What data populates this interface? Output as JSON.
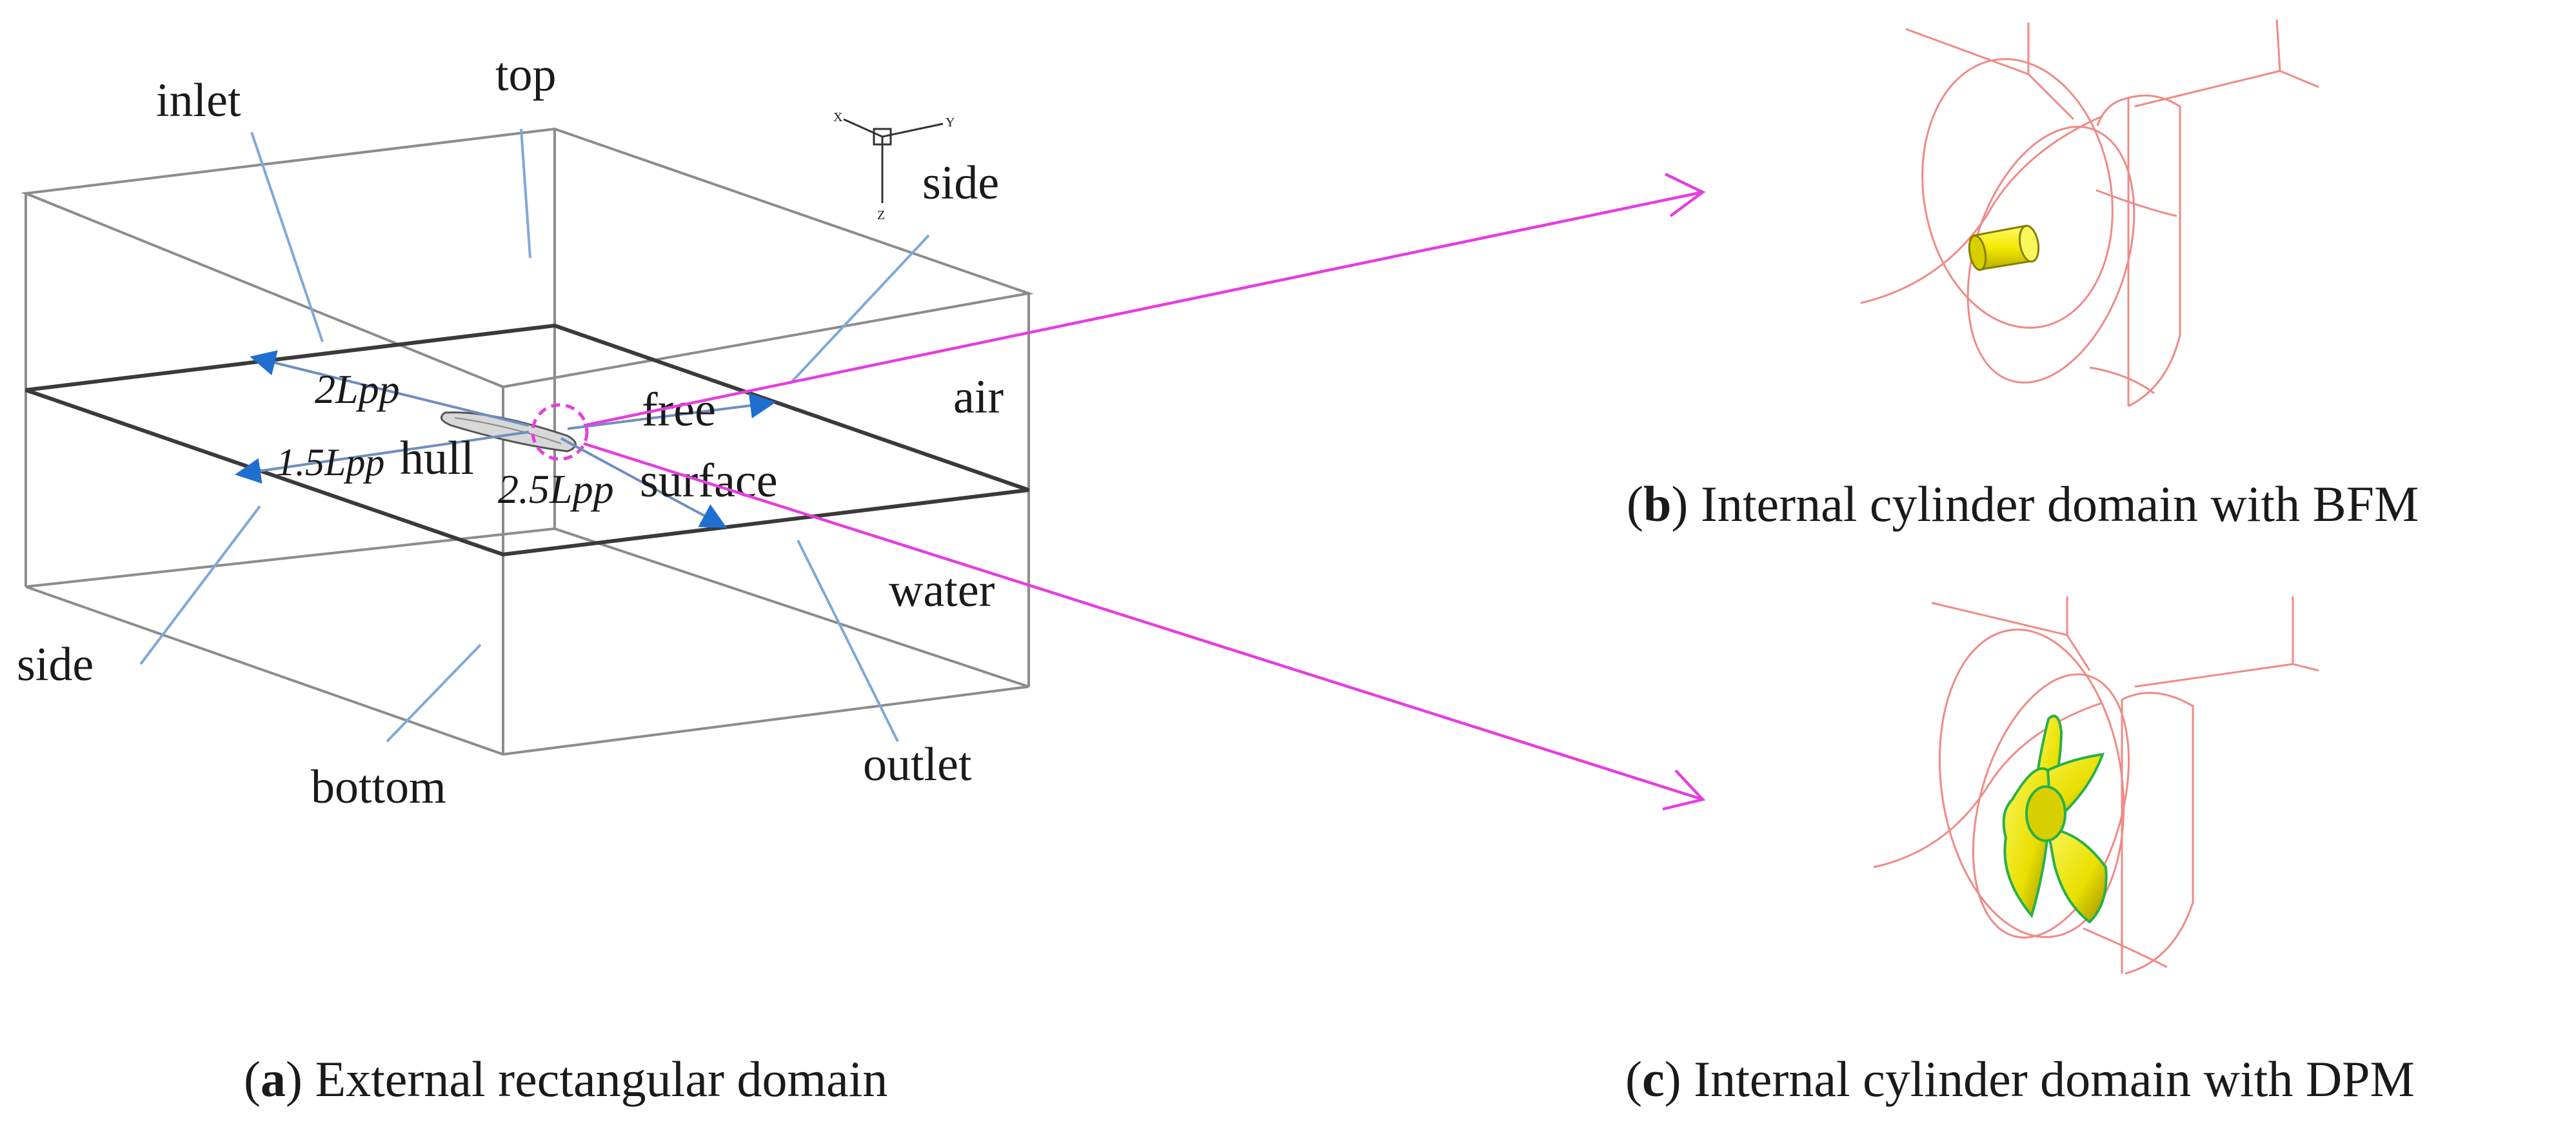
{
  "left_panel": {
    "labels": {
      "inlet": "inlet",
      "top": "top",
      "side_right": "side",
      "side_left": "side",
      "air": "air",
      "free": "free",
      "surface": "surface",
      "water": "water",
      "hull": "hull",
      "bottom": "bottom",
      "outlet": "outlet"
    },
    "dimensions": {
      "d1": "2Lpp",
      "d2": "1.5Lpp",
      "d3": "2.5Lpp"
    },
    "axes": {
      "x": "X",
      "y": "Y",
      "z": "Z"
    },
    "caption": {
      "letter": "a",
      "text": "External rectangular domain"
    }
  },
  "right_top": {
    "caption": {
      "letter": "b",
      "text": "Internal cylinder domain with BFM"
    }
  },
  "right_bottom": {
    "caption": {
      "letter": "c",
      "text": "Internal cylinder domain with DPM"
    }
  },
  "colors": {
    "box_edge": "#8c8c8c",
    "leader": "#7fa9d6",
    "dimension_arrow": "#1f6fd1",
    "magnify_line": "#e53ee0",
    "wireframe": "#f08a86",
    "actuator": "#f2ea00"
  }
}
